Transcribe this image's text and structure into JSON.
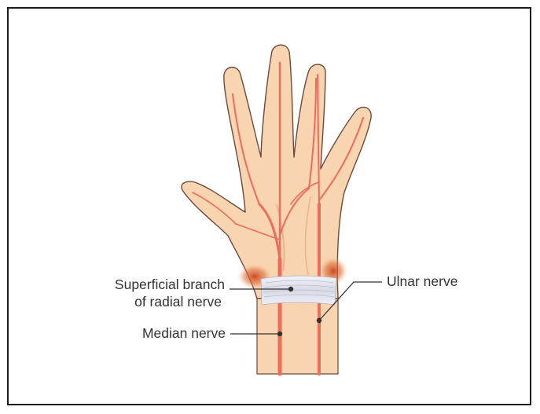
{
  "labels": {
    "superficial_line1": "Superficial branch",
    "superficial_line2": "of radial nerve",
    "median": "Median nerve",
    "ulnar": "Ulnar nerve"
  },
  "colors": {
    "skin": "#f8d4b0",
    "skin_outline": "#6b4a3a",
    "nerve": "#ef6b5c",
    "ligament": "#dfe3ec",
    "leader": "#333333",
    "frame": "#1a1a1a"
  }
}
